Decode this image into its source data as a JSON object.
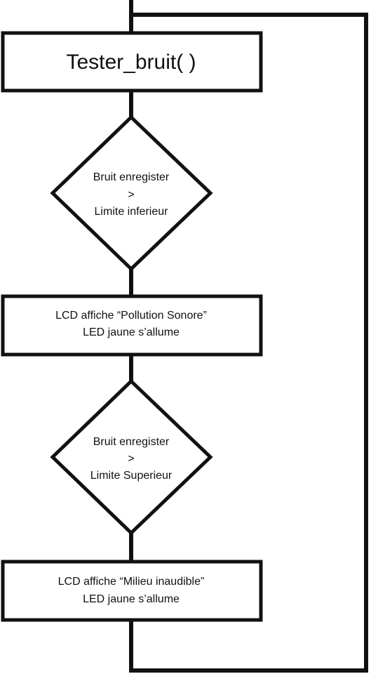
{
  "diagram": {
    "start_box": {
      "label": "Tester_bruit( )"
    },
    "decision_1": {
      "line1": "Bruit enregister",
      "line2": ">",
      "line3": "Limite inferieur"
    },
    "action_1": {
      "line1": "LCD affiche “Pollution Sonore”",
      "line2": "LED jaune s’allume"
    },
    "decision_2": {
      "line1": "Bruit enregister",
      "line2": ">",
      "line3": "Limite Superieur"
    },
    "action_2": {
      "line1": "LCD affiche “Milieu inaudible”",
      "line2": "LED jaune s’allume"
    }
  },
  "colors": {
    "stroke": "#111111",
    "background": "#ffffff"
  }
}
